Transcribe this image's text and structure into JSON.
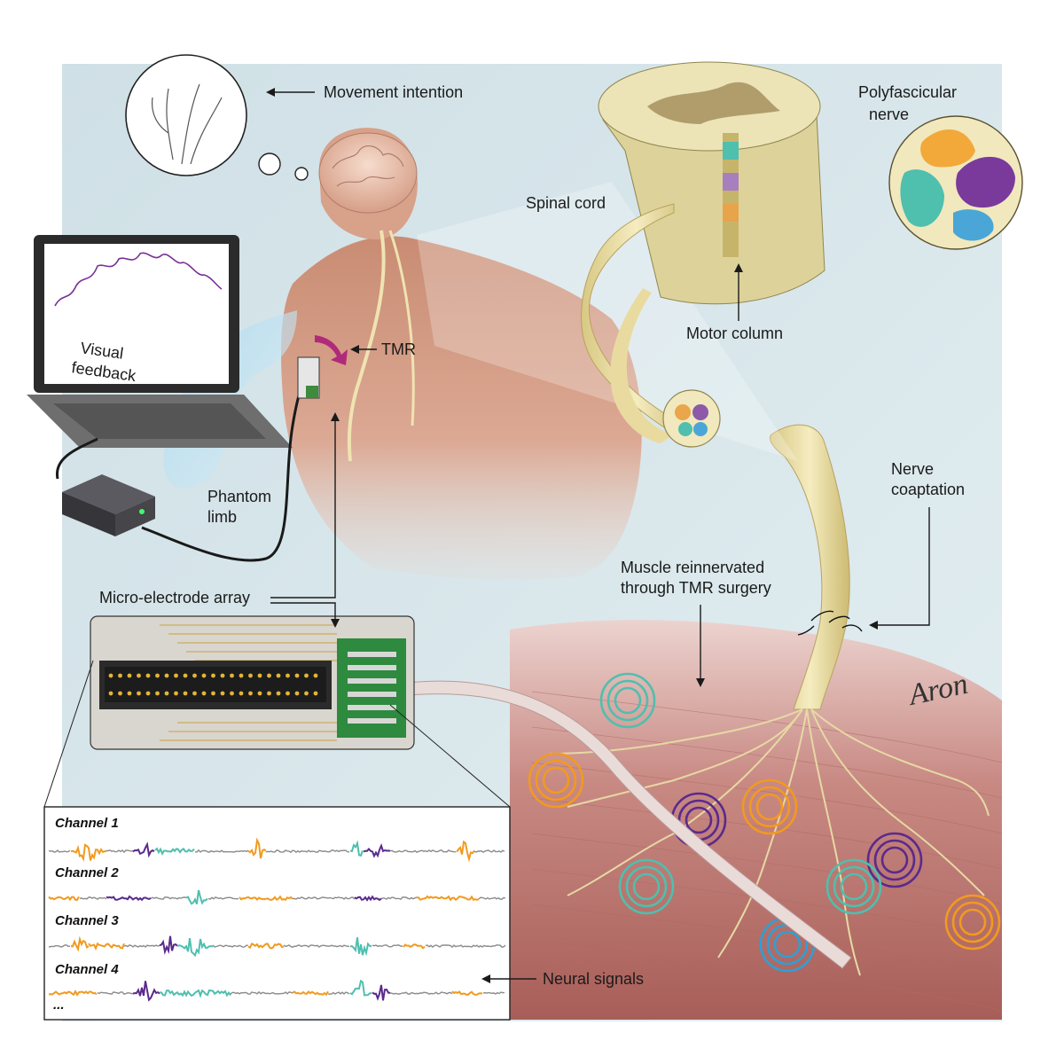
{
  "labels": {
    "movement_intention": "Movement intention",
    "spinal_cord": "Spinal cord",
    "polyfascicular_1": "Polyfascicular",
    "polyfascicular_2": "nerve",
    "visual_1": "Visual",
    "visual_2": "feedback",
    "tmr": "TMR",
    "motor_column": "Motor column",
    "phantom_1": "Phantom",
    "phantom_2": "limb",
    "nerve_coapt_1": "Nerve",
    "nerve_coapt_2": "coaptation",
    "micro_electrode": "Micro-electrode array",
    "muscle_1": "Muscle reinnervated",
    "muscle_2": "through TMR surgery",
    "neural_signals": "Neural signals",
    "signature": "Aron"
  },
  "channels": [
    "Channel 1",
    "Channel 2",
    "Channel 3",
    "Channel 4",
    "..."
  ],
  "colors": {
    "background_panel": "#d7e6ea",
    "orange": "#f19a1f",
    "purple": "#5a2a8c",
    "teal": "#4fbfae",
    "blue": "#2f9fd6",
    "gray_signal": "#8a8a8a",
    "nerve": "#e8dca0",
    "muscle": "#c9837e",
    "skin": "#d9a48e"
  },
  "icons": [
    "thought-bubble-hand-icon",
    "laptop-icon",
    "brain-icon",
    "receiver-box-icon"
  ]
}
